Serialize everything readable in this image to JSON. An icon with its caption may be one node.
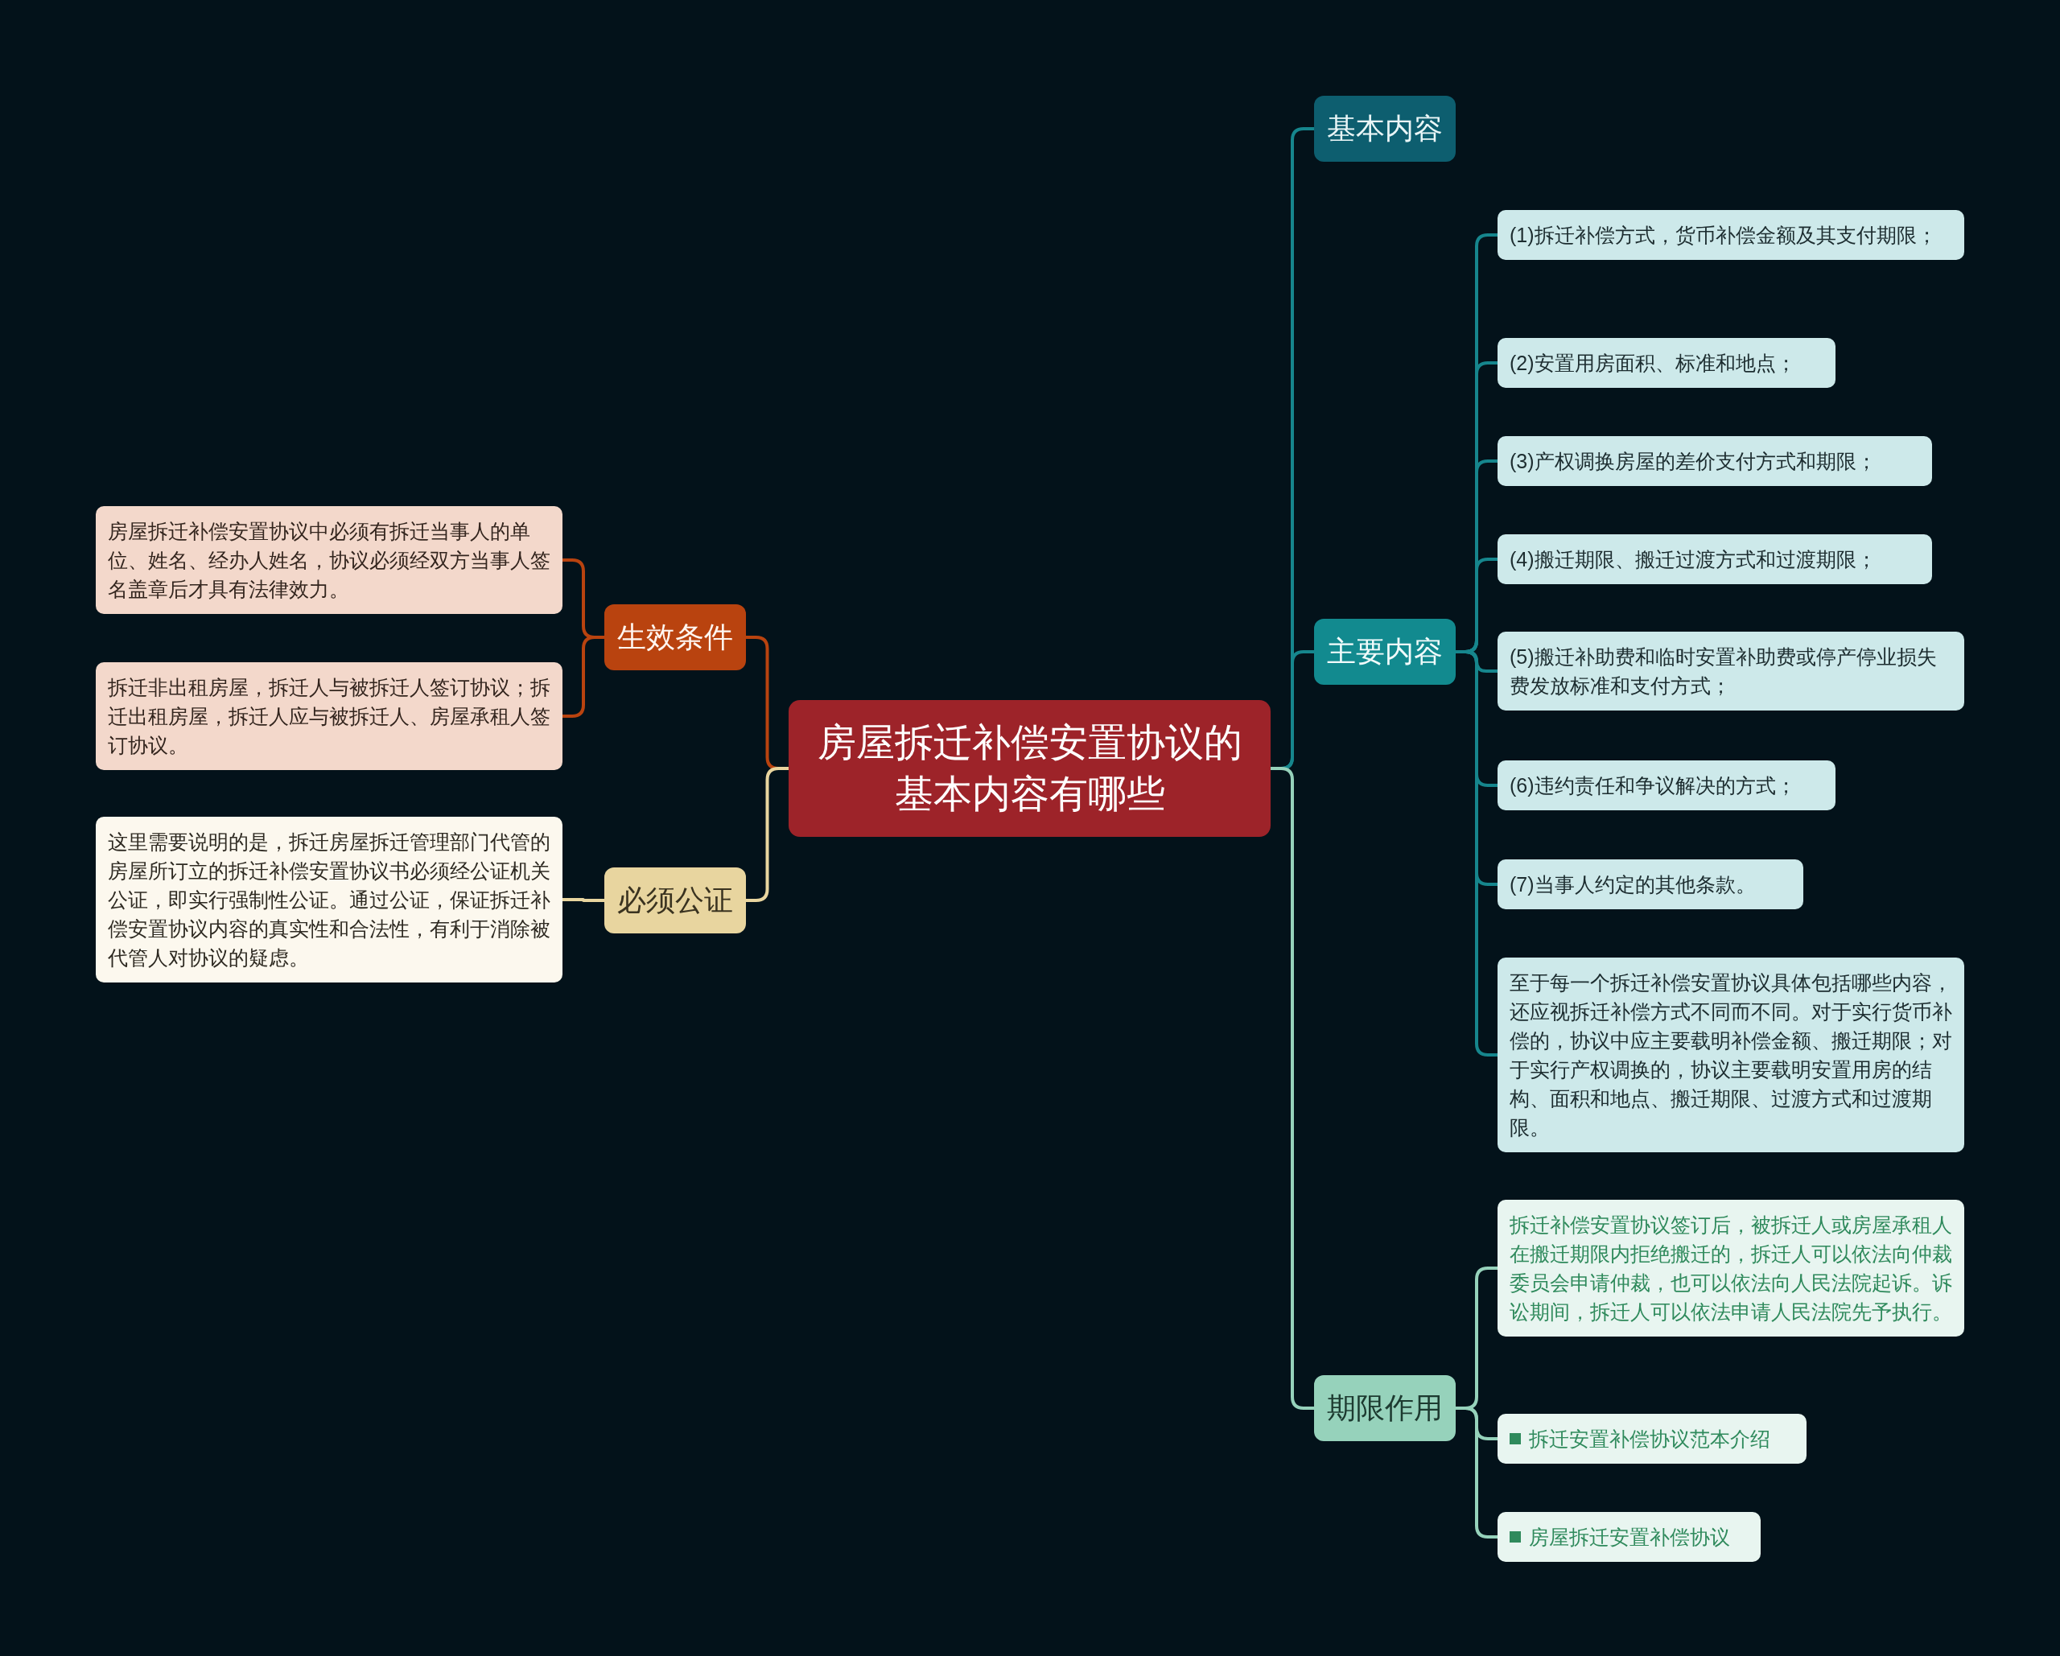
{
  "diagram": {
    "nodes": [
      {
        "text": [
          "房屋拆迁补偿安置协议的基本内容有哪些"
        ]
      },
      {
        "text": [
          "生效条件"
        ]
      },
      {
        "text": [
          "房屋拆迁补偿安置协议中必须有拆迁当事人的单位、姓名、经办人姓名，协议必须经双方当事人签名盖章后才具有法律效力。"
        ]
      },
      {
        "text": [
          "拆迁非出租房屋，拆迁人与被拆迁人签订协议；拆迁出租房屋，拆迁人应与被拆迁人、房屋承租人签订协议。"
        ]
      },
      {
        "text": [
          "必须公证"
        ]
      },
      {
        "text": [
          "这里需要说明的是，拆迁房屋拆迁管理部门代管的房屋所订立的拆迁补偿安置协议书必须经公证机关公证，即实行强制性公证。通过公证，保证拆迁补偿安置协议内容的真实性和合法性，有利于消除被代管人对协议的疑虑。"
        ]
      },
      {
        "text": [
          "基本内容"
        ]
      },
      {
        "text": [
          "主要内容"
        ]
      },
      {
        "text": [
          "(1)拆迁补偿方式，货币补偿金额及其支付期限；"
        ]
      },
      {
        "text": [
          "(2)安置用房面积、标准和地点；"
        ]
      },
      {
        "text": [
          "(3)产权调换房屋的差价支付方式和期限；"
        ]
      },
      {
        "text": [
          "(4)搬迁期限、搬迁过渡方式和过渡期限；"
        ]
      },
      {
        "text": [
          "(5)搬迁补助费和临时安置补助费或停产停业损失费发放标准和支付方式；"
        ]
      },
      {
        "text": [
          "(6)违约责任和争议解决的方式；"
        ]
      },
      {
        "text": [
          "(7)当事人约定的其他条款。"
        ]
      },
      {
        "text": [
          "至于每一个拆迁补偿安置协议具体包括哪些内容，还应视拆迁补偿方式不同而不同。对于实行货币补偿的，协议中应主要载明补偿金额、搬迁期限；对于实行产权调换的，协议主要载明安置用房的结构、面积和地点、搬迁期限、过渡方式和过渡期限。"
        ]
      },
      {
        "text": [
          "期限作用"
        ]
      },
      {
        "text": [
          "拆迁补偿安置协议签订后，被拆迁人或房屋承租人在搬迁期限内拒绝搬迁的，拆迁人可以依法向仲裁委员会申请仲裁，也可以依法向人民法院起诉。诉讼期间，拆迁人可以依法申请人民法院先予执行。"
        ]
      },
      {
        "text": [
          "拆迁安置补偿协议范本介绍"
        ]
      },
      {
        "text": [
          "房屋拆迁安置补偿协议"
        ]
      }
    ],
    "edges": [
      {
        "from": 0,
        "to": 1,
        "arrow": "none",
        "color": "#b9430f"
      },
      {
        "from": 1,
        "to": 2,
        "arrow": "none",
        "color": "#b9430f"
      },
      {
        "from": 1,
        "to": 3,
        "arrow": "none",
        "color": "#b9430f"
      },
      {
        "from": 0,
        "to": 4,
        "arrow": "none",
        "color": "#e8d59f"
      },
      {
        "from": 4,
        "to": 5,
        "arrow": "none",
        "color": "#e8d59f"
      },
      {
        "from": 0,
        "to": 6,
        "arrow": "none"
      },
      {
        "from": 0,
        "to": 7,
        "arrow": "none"
      },
      {
        "from": 7,
        "to": 8,
        "arrow": "none"
      },
      {
        "from": 7,
        "to": 9,
        "arrow": "none"
      },
      {
        "from": 7,
        "to": 10,
        "arrow": "none"
      },
      {
        "from": 7,
        "to": 11,
        "arrow": "none"
      },
      {
        "from": 7,
        "to": 12,
        "arrow": "none"
      },
      {
        "from": 7,
        "to": 13,
        "arrow": "none"
      },
      {
        "from": 7,
        "to": 14,
        "arrow": "none"
      },
      {
        "from": 7,
        "to": 15,
        "arrow": "none"
      },
      {
        "from": 0,
        "to": 16,
        "arrow": "none",
        "color": "#96d2bb"
      },
      {
        "from": 16,
        "to": 17,
        "arrow": "none",
        "color": "#96d2bb"
      },
      {
        "from": 16,
        "to": 18,
        "arrow": "none",
        "color": "#96d2bb"
      },
      {
        "from": 16,
        "to": 19,
        "arrow": "none",
        "color": "#96d2bb"
      }
    ]
  }
}
